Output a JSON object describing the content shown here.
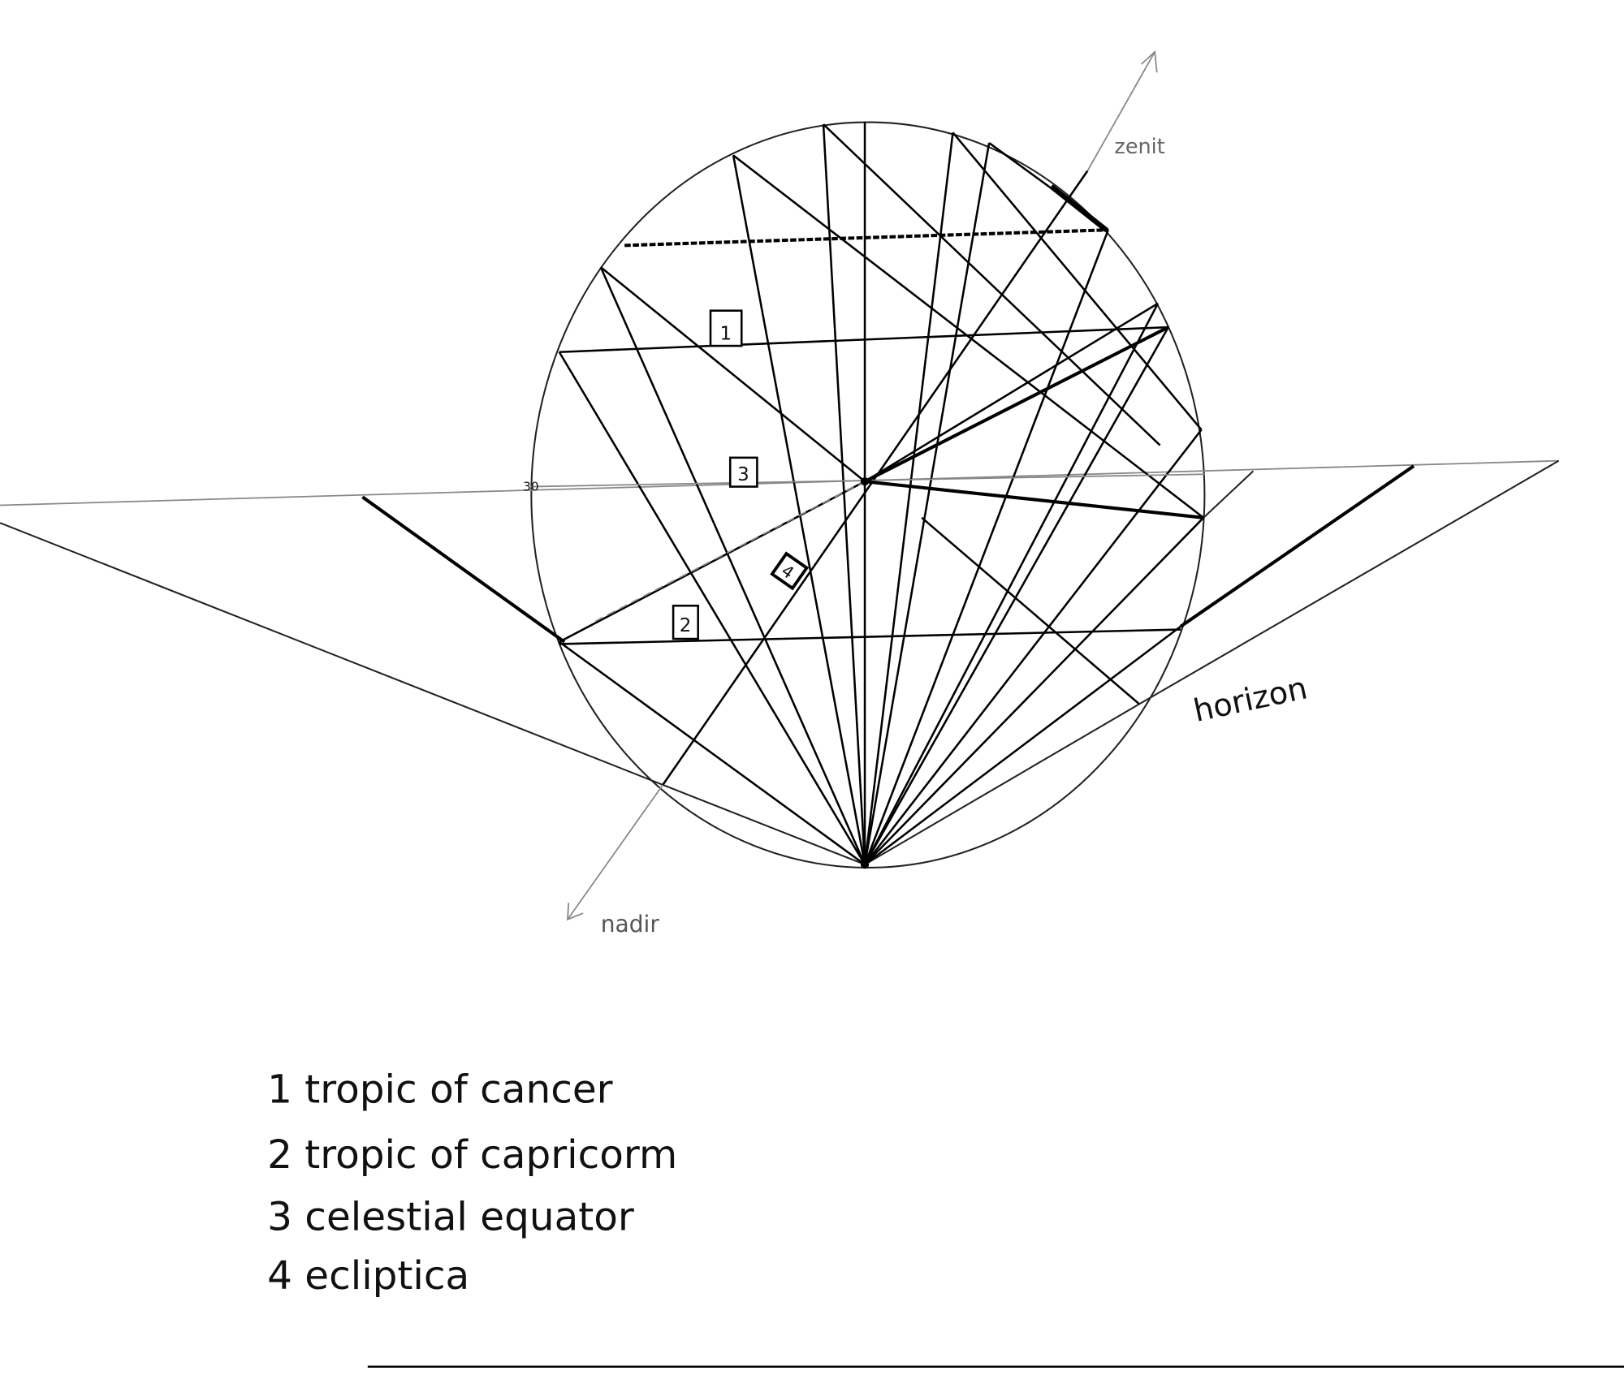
{
  "diagram": {
    "title_labels": {
      "zenith": "zenit",
      "nadir": "nadir",
      "horizon": "horizon",
      "latitude_mark": "30"
    },
    "circle_markers": [
      {
        "number": "1",
        "refers_to": "tropic of cancer"
      },
      {
        "number": "3",
        "refers_to": "celestial equator"
      },
      {
        "number": "4",
        "refers_to": "ecliptica"
      },
      {
        "number": "2",
        "refers_to": "tropic of capricorm"
      }
    ],
    "legend": [
      {
        "text": "1 tropic of cancer"
      },
      {
        "text": "2 tropic of capricorm"
      },
      {
        "text": "3 celestial equator"
      },
      {
        "text": "4 ecliptica"
      }
    ],
    "ink_color": "#000000",
    "pencil_color": "#888888"
  }
}
